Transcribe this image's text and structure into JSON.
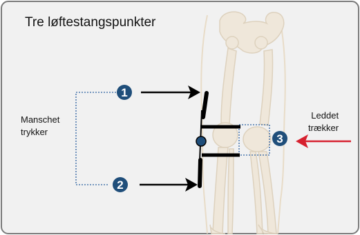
{
  "title": "Tre løftestangspunkter",
  "labels": {
    "cuff": {
      "line1": "Manschet",
      "line2": "trykker"
    },
    "joint": {
      "line1": "Leddet",
      "line2": "trækker"
    }
  },
  "points": [
    "1",
    "2",
    "3"
  ],
  "colors": {
    "frame_fill": "#f1f1f1",
    "frame_border": "#7a7a7a",
    "bone": "#efe7da",
    "bone_outline": "#ddd1bd",
    "badge": "#1f4e7a",
    "arrow_black": "#000000",
    "arrow_red": "#d6202e"
  }
}
